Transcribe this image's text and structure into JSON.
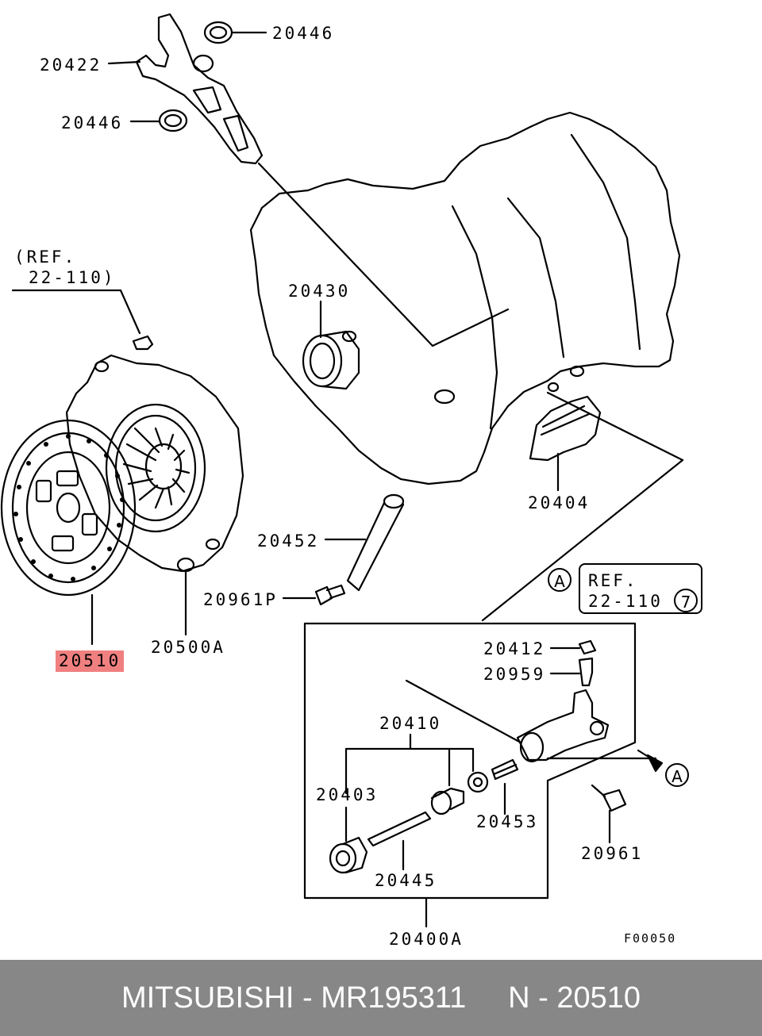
{
  "callouts": {
    "p20446_top": "20446",
    "p20422": "20422",
    "p20446_bot": "20446",
    "ref1_line1": "(REF.",
    "ref1_line2": "22-110)",
    "p20430": "20430",
    "p20404": "20404",
    "p20452": "20452",
    "p20961P": "20961P",
    "p20500A": "20500A",
    "p20510": "20510",
    "p20412": "20412",
    "p20959": "20959",
    "p20410": "20410",
    "p20403": "20403",
    "p20453": "20453",
    "p20961": "20961",
    "p20445": "20445",
    "p20400A": "20400A",
    "diagram_code": "F00050"
  },
  "ref_box": {
    "line1": "REF.",
    "line2": "22-110",
    "circled": "7"
  },
  "markers": {
    "a1": "A",
    "a2": "A"
  },
  "footer": {
    "brand": "MITSUBISHI",
    "part": "MR195311",
    "number": "N - 20510"
  },
  "colors": {
    "highlight": "#f08080",
    "footer_bg": "#878787"
  }
}
